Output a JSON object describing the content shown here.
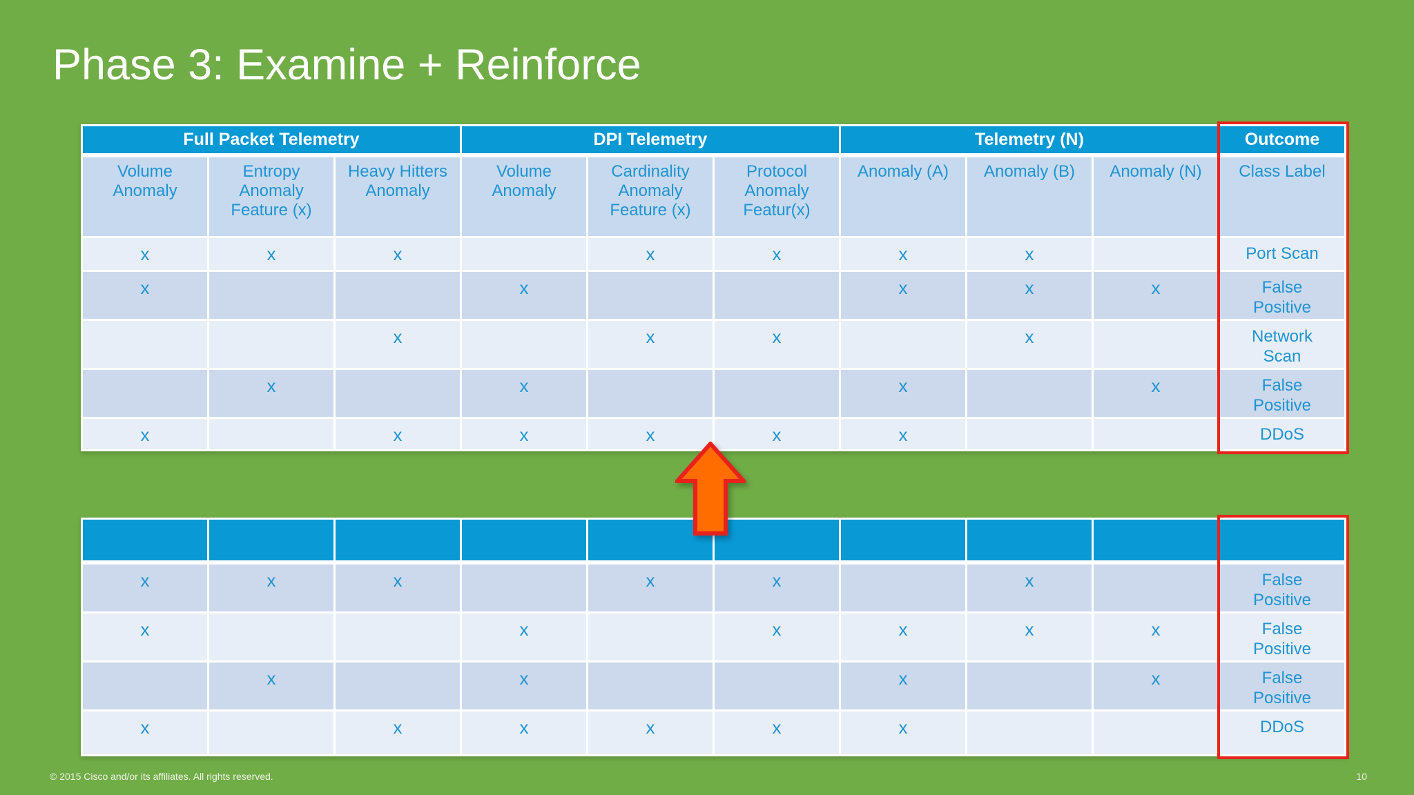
{
  "slide": {
    "title": "Phase 3: Examine + Reinforce",
    "footer_copyright": "© 2015 Cisco and/or its affiliates. All rights reserved.",
    "page_number": "10"
  },
  "colors": {
    "background_green": "#71ad47",
    "header_blue": "#0999d5",
    "subheader_bg": "#c7d9ee",
    "row_light": "#e8eef7",
    "row_dark": "#ccd9ec",
    "text_blue": "#1e94d2",
    "highlight_red": "#e8251c",
    "arrow_fill": "#ff6d00",
    "arrow_stroke": "#e8211d"
  },
  "mark_symbol": "x",
  "arrow": {
    "icon": "up-arrow-icon",
    "direction": "up"
  },
  "tables": [
    {
      "name": "classification-table-initial",
      "columns": 10,
      "group_headers": [
        {
          "label": "Full Packet Telemetry",
          "span": 3
        },
        {
          "label": "DPI Telemetry",
          "span": 3
        },
        {
          "label": "Telemetry (N)",
          "span": 3
        },
        {
          "label": "Outcome",
          "span": 1,
          "highlighted": true
        }
      ],
      "column_headers": [
        "Volume Anomaly",
        "Entropy Anomaly Feature (x)",
        "Heavy Hitters Anomaly",
        "Volume Anomaly",
        "Cardinality Anomaly Feature (x)",
        "Protocol Anomaly Featur(x)",
        "Anomaly (A)",
        "Anomaly (B)",
        "Anomaly (N)",
        "Class Label"
      ],
      "first_row_shade": "light",
      "rows": [
        {
          "marks": [
            "x",
            "x",
            "x",
            "",
            "x",
            "x",
            "x",
            "x",
            ""
          ],
          "label": "Port Scan"
        },
        {
          "marks": [
            "x",
            "",
            "",
            "x",
            "",
            "",
            "x",
            "x",
            "x"
          ],
          "label": "False Positive"
        },
        {
          "marks": [
            "",
            "",
            "x",
            "",
            "x",
            "x",
            "",
            "x",
            ""
          ],
          "label": "Network Scan"
        },
        {
          "marks": [
            "",
            "x",
            "",
            "x",
            "",
            "",
            "x",
            "",
            "x"
          ],
          "label": "False Positive"
        },
        {
          "marks": [
            "x",
            "",
            "x",
            "x",
            "x",
            "x",
            "x",
            "",
            ""
          ],
          "label": "DDoS"
        }
      ]
    },
    {
      "name": "classification-table-reinforced",
      "columns": 10,
      "group_headers": [],
      "column_headers": [],
      "first_row_shade": "dark",
      "rows": [
        {
          "marks": [
            "x",
            "x",
            "x",
            "",
            "x",
            "x",
            "",
            "x",
            ""
          ],
          "label": "False Positive"
        },
        {
          "marks": [
            "x",
            "",
            "",
            "x",
            "",
            "x",
            "x",
            "x",
            "x"
          ],
          "label": "False Positive"
        },
        {
          "marks": [
            "",
            "x",
            "",
            "x",
            "",
            "",
            "x",
            "",
            "x"
          ],
          "label": "False Positive"
        },
        {
          "marks": [
            "x",
            "",
            "x",
            "x",
            "x",
            "x",
            "x",
            "",
            ""
          ],
          "label": "DDoS"
        }
      ]
    }
  ]
}
